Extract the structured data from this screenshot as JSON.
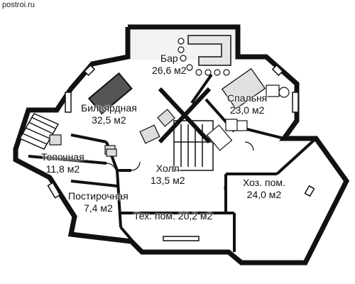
{
  "watermark": "postroi.ru",
  "rooms": {
    "bar": {
      "name": "Бар",
      "area": "26,6 м2"
    },
    "billiard": {
      "name": "Бильярдная",
      "area": "32,5 м2"
    },
    "bedroom": {
      "name": "Спальня",
      "area": "23,0 м2"
    },
    "furnace": {
      "name": "Топочная",
      "area": "11,8 м2"
    },
    "hall": {
      "name": "Холл",
      "area": "13,5 м2"
    },
    "utility": {
      "name": "Хоз. пом.",
      "area": "24,0 м2"
    },
    "laundry": {
      "name": "Постирочная",
      "area": "7,4 м2"
    },
    "tech": {
      "name": "Тех. пом.",
      "area": "20,2 м2"
    }
  }
}
